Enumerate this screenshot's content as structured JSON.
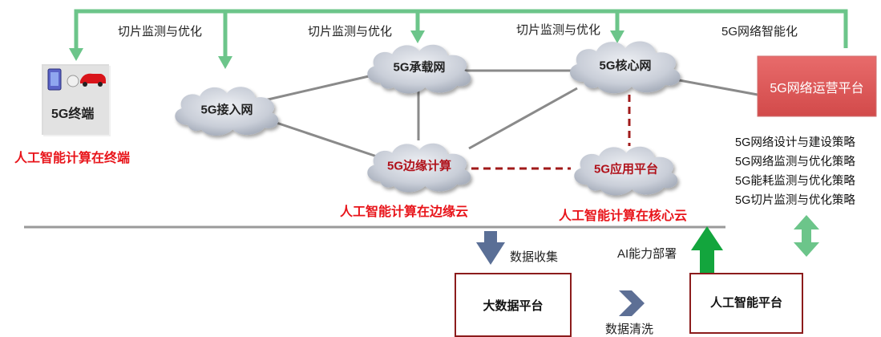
{
  "diagram": {
    "top_labels": [
      "切片监测与优化",
      "切片监测与优化",
      "切片监测与优化",
      "5G网络智能化"
    ],
    "terminal": {
      "label": "5G终端",
      "caption": "人工智能计算在终端"
    },
    "clouds": {
      "access": "5G接入网",
      "bearer": "5G承载网",
      "core": "5G核心网",
      "edge": "5G边缘计算",
      "app": "5G应用平台"
    },
    "captions": {
      "edge_cloud": "人工智能计算在边缘云",
      "core_cloud": "人工智能计算在核心云"
    },
    "ops_platform": "5G网络运营平台",
    "strategies": [
      "5G网络设计与建设策略",
      "5G网络监测与优化策略",
      "5G能耗监测与优化策略",
      "5G切片监测与优化策略"
    ],
    "bottom": {
      "data_collect": "数据收集",
      "ai_deploy": "AI能力部署",
      "big_data": "大数据平台",
      "ai_platform": "人工智能平台",
      "data_clean": "数据清洗"
    },
    "colors": {
      "green_arrow": "#6cc58a",
      "red_text": "#e8141a",
      "dark_red": "#b0121b",
      "ops_fill": "#e05a5a",
      "cloud_fill": "#c9ced8"
    }
  }
}
